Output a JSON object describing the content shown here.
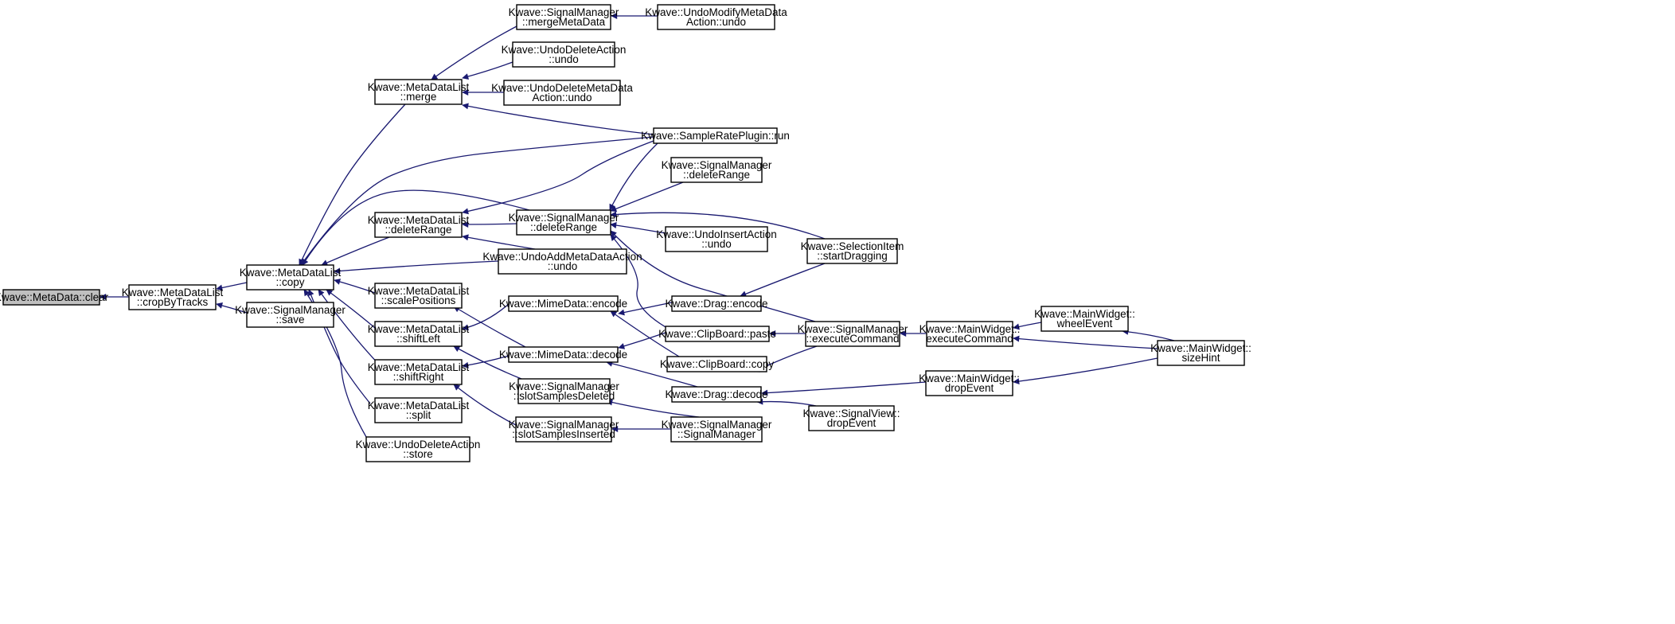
{
  "diagram": {
    "colors": {
      "edge": "#191970",
      "root_fill": "#bfbfbf",
      "node_fill": "#ffffff",
      "node_border": "#000000"
    },
    "nodes": [
      {
        "id": "clear",
        "lines": [
          "Kwave::MetaData::clear"
        ],
        "root": true
      },
      {
        "id": "cropByTracks",
        "lines": [
          "Kwave::MetaDataList",
          "::cropByTracks"
        ]
      },
      {
        "id": "copy",
        "lines": [
          "Kwave::MetaDataList",
          "::copy"
        ]
      },
      {
        "id": "smSave",
        "lines": [
          "Kwave::SignalManager",
          "::save"
        ]
      },
      {
        "id": "merge",
        "lines": [
          "Kwave::MetaDataList",
          "::merge"
        ]
      },
      {
        "id": "mdlDeleteRange",
        "lines": [
          "Kwave::MetaDataList",
          "::deleteRange"
        ]
      },
      {
        "id": "scalePositions",
        "lines": [
          "Kwave::MetaDataList",
          "::scalePositions"
        ]
      },
      {
        "id": "shiftLeft",
        "lines": [
          "Kwave::MetaDataList",
          "::shiftLeft"
        ]
      },
      {
        "id": "shiftRight",
        "lines": [
          "Kwave::MetaDataList",
          "::shiftRight"
        ]
      },
      {
        "id": "split",
        "lines": [
          "Kwave::MetaDataList",
          "::split"
        ]
      },
      {
        "id": "udaStore",
        "lines": [
          "Kwave::UndoDeleteAction",
          "::store"
        ]
      },
      {
        "id": "mergeMeta",
        "lines": [
          "Kwave::SignalManager",
          "::mergeMetaData"
        ]
      },
      {
        "id": "udaUndo",
        "lines": [
          "Kwave::UndoDeleteAction",
          "::undo"
        ]
      },
      {
        "id": "udmdaUndo",
        "lines": [
          "Kwave::UndoDeleteMetaData",
          "Action::undo"
        ]
      },
      {
        "id": "smDeleteRange",
        "lines": [
          "Kwave::SignalManager",
          "::deleteRange"
        ]
      },
      {
        "id": "uamdaUndo",
        "lines": [
          "Kwave::UndoAddMetaDataAction",
          "::undo"
        ]
      },
      {
        "id": "mimeEncode",
        "lines": [
          "Kwave::MimeData::encode"
        ]
      },
      {
        "id": "mimeDecode",
        "lines": [
          "Kwave::MimeData::decode"
        ]
      },
      {
        "id": "slotDeleted",
        "lines": [
          "Kwave::SignalManager",
          "::slotSamplesDeleted"
        ]
      },
      {
        "id": "slotInserted",
        "lines": [
          "Kwave::SignalManager",
          "::slotSamplesInserted"
        ]
      },
      {
        "id": "umodUndo",
        "lines": [
          "Kwave::UndoModifyMetaData",
          "Action::undo"
        ]
      },
      {
        "id": "srpRun",
        "lines": [
          "Kwave::SampleRatePlugin::run"
        ]
      },
      {
        "id": "smDeleteRange2",
        "lines": [
          "Kwave::SignalManager",
          "::deleteRange"
        ]
      },
      {
        "id": "uiaUndo",
        "lines": [
          "Kwave::UndoInsertAction",
          "::undo"
        ]
      },
      {
        "id": "dragEncode",
        "lines": [
          "Kwave::Drag::encode"
        ]
      },
      {
        "id": "cbPaste",
        "lines": [
          "Kwave::ClipBoard::paste"
        ]
      },
      {
        "id": "cbCopy",
        "lines": [
          "Kwave::ClipBoard::copy"
        ]
      },
      {
        "id": "dragDecode",
        "lines": [
          "Kwave::Drag::decode"
        ]
      },
      {
        "id": "smCtor",
        "lines": [
          "Kwave::SignalManager",
          "::SignalManager"
        ]
      },
      {
        "id": "siStartDrag",
        "lines": [
          "Kwave::SelectionItem",
          "::startDragging"
        ]
      },
      {
        "id": "smExec",
        "lines": [
          "Kwave::SignalManager",
          "::executeCommand"
        ]
      },
      {
        "id": "svDrop",
        "lines": [
          "Kwave::SignalView::",
          "dropEvent"
        ]
      },
      {
        "id": "mwExec",
        "lines": [
          "Kwave::MainWidget::",
          "executeCommand"
        ]
      },
      {
        "id": "mwDrop",
        "lines": [
          "Kwave::MainWidget::",
          "dropEvent"
        ]
      },
      {
        "id": "mwWheel",
        "lines": [
          "Kwave::MainWidget::",
          "wheelEvent"
        ]
      },
      {
        "id": "mwSizeHint",
        "lines": [
          "Kwave::MainWidget::",
          "sizeHint"
        ]
      }
    ],
    "edges": [
      [
        "cropByTracks",
        "clear"
      ],
      [
        "copy",
        "cropByTracks"
      ],
      [
        "smSave",
        "cropByTracks"
      ],
      [
        "merge",
        "copy"
      ],
      [
        "mdlDeleteRange",
        "copy"
      ],
      [
        "scalePositions",
        "copy"
      ],
      [
        "shiftLeft",
        "copy"
      ],
      [
        "shiftRight",
        "copy"
      ],
      [
        "split",
        "copy"
      ],
      [
        "udaStore",
        "copy"
      ],
      [
        "srpRun",
        "copy"
      ],
      [
        "smDeleteRange",
        "copy"
      ],
      [
        "uamdaUndo",
        "copy"
      ],
      [
        "mergeMeta",
        "merge"
      ],
      [
        "udaUndo",
        "merge"
      ],
      [
        "udmdaUndo",
        "merge"
      ],
      [
        "srpRun",
        "merge"
      ],
      [
        "umodUndo",
        "mergeMeta"
      ],
      [
        "smDeleteRange",
        "mdlDeleteRange"
      ],
      [
        "srpRun",
        "mdlDeleteRange"
      ],
      [
        "uamdaUndo",
        "mdlDeleteRange"
      ],
      [
        "mimeDecode",
        "scalePositions"
      ],
      [
        "mimeEncode",
        "shiftLeft"
      ],
      [
        "slotDeleted",
        "shiftLeft"
      ],
      [
        "mimeDecode",
        "shiftRight"
      ],
      [
        "slotInserted",
        "shiftRight"
      ],
      [
        "srpRun",
        "smDeleteRange"
      ],
      [
        "smDeleteRange2",
        "smDeleteRange"
      ],
      [
        "uiaUndo",
        "smDeleteRange"
      ],
      [
        "siStartDrag",
        "smDeleteRange"
      ],
      [
        "cbPaste",
        "smDeleteRange"
      ],
      [
        "smExec",
        "smDeleteRange"
      ],
      [
        "dragEncode",
        "mimeEncode"
      ],
      [
        "cbCopy",
        "mimeEncode"
      ],
      [
        "cbPaste",
        "mimeDecode"
      ],
      [
        "dragDecode",
        "mimeDecode"
      ],
      [
        "smCtor",
        "slotDeleted"
      ],
      [
        "smCtor",
        "slotInserted"
      ],
      [
        "siStartDrag",
        "dragEncode"
      ],
      [
        "smExec",
        "cbPaste"
      ],
      [
        "smExec",
        "cbCopy"
      ],
      [
        "mwDrop",
        "dragDecode"
      ],
      [
        "svDrop",
        "dragDecode"
      ],
      [
        "mwExec",
        "smExec"
      ],
      [
        "mwWheel",
        "mwExec"
      ],
      [
        "mwSizeHint",
        "mwExec"
      ],
      [
        "mwSizeHint",
        "mwDrop"
      ],
      [
        "mwSizeHint",
        "mwWheel"
      ]
    ]
  }
}
